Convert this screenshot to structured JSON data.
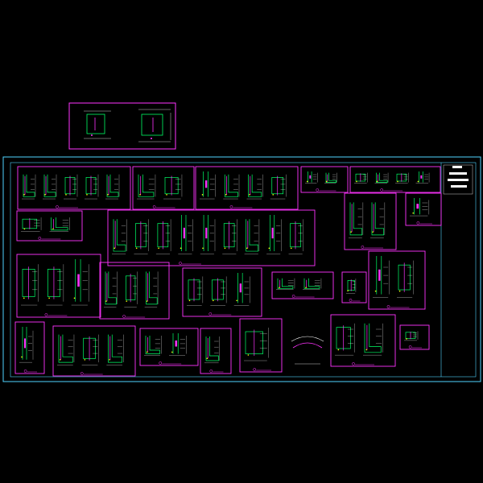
{
  "drawing": {
    "colors": {
      "background": "#000000",
      "frame": "#4fd3ff",
      "detail_border": "#ff33ff",
      "rebar": "#00ff66",
      "dimension": "#ffffff",
      "accent": "#ffff00",
      "label_tag": "#ff33ff"
    },
    "title_block": {
      "lines": [
        "",
        "",
        "",
        ""
      ]
    },
    "details": [
      {
        "id": "d-top",
        "label": ""
      },
      {
        "id": "d1",
        "label": ""
      },
      {
        "id": "d2",
        "label": ""
      },
      {
        "id": "d3",
        "label": ""
      },
      {
        "id": "d4",
        "label": ""
      },
      {
        "id": "d5",
        "label": ""
      },
      {
        "id": "d6",
        "label": ""
      },
      {
        "id": "d7",
        "label": ""
      },
      {
        "id": "d8",
        "label": ""
      },
      {
        "id": "d9",
        "label": ""
      },
      {
        "id": "d10",
        "label": ""
      },
      {
        "id": "d11",
        "label": ""
      },
      {
        "id": "d12",
        "label": ""
      },
      {
        "id": "d13",
        "label": ""
      },
      {
        "id": "d14",
        "label": ""
      },
      {
        "id": "d15",
        "label": ""
      },
      {
        "id": "d16",
        "label": ""
      },
      {
        "id": "d17",
        "label": ""
      },
      {
        "id": "d18",
        "label": ""
      },
      {
        "id": "d19",
        "label": ""
      },
      {
        "id": "d20",
        "label": ""
      },
      {
        "id": "d21",
        "label": ""
      },
      {
        "id": "d22",
        "label": ""
      }
    ]
  }
}
